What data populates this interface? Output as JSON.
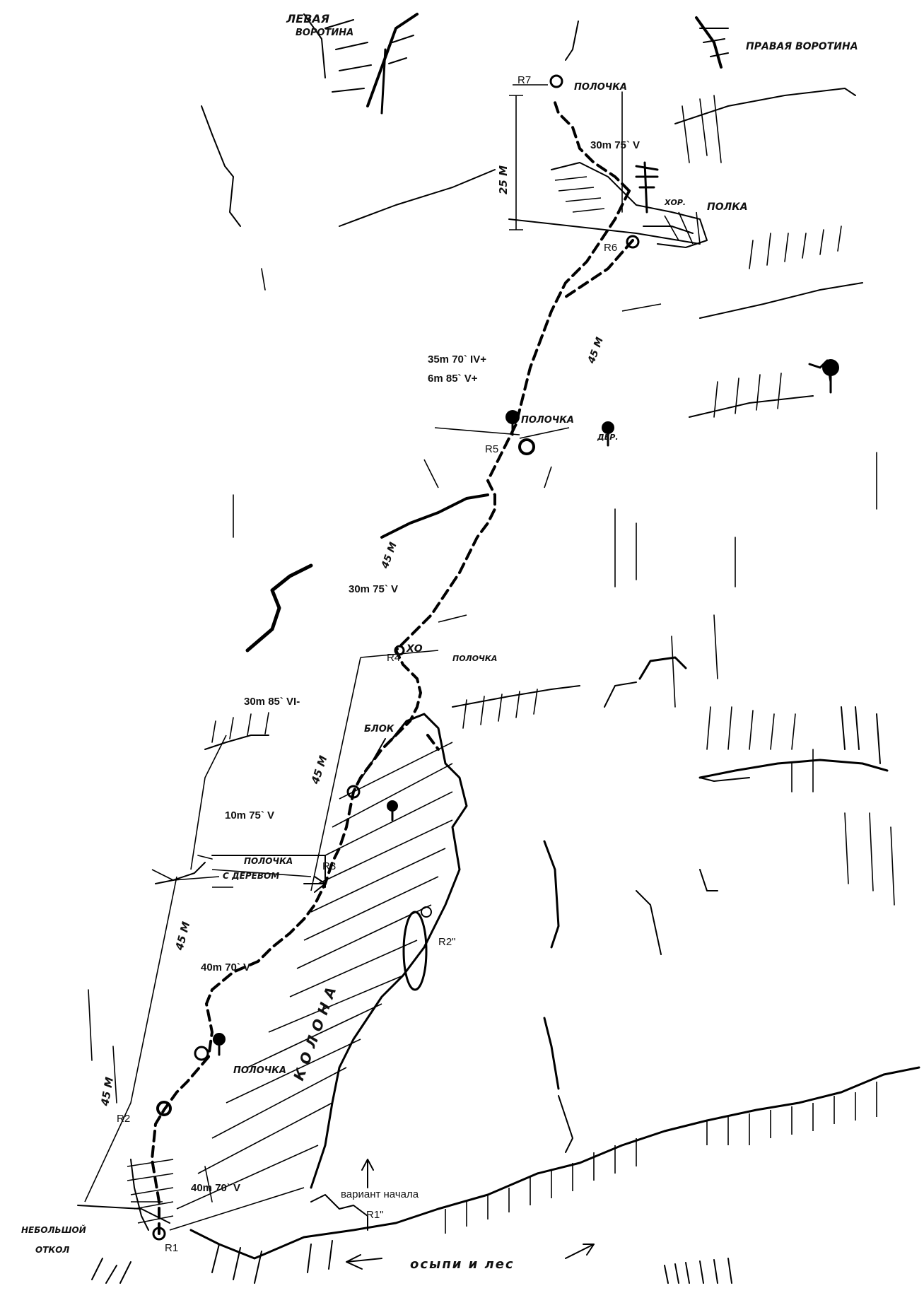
{
  "pitches": {
    "p7": "30m 75` V",
    "p6a": "35m 70` IV+",
    "p6b": "6m 85` V+",
    "p5": "30m 75` V",
    "p4": "30m 85` VI-",
    "p3": "10m 75` V",
    "p2": "40m 70` V",
    "p1": "40m 70` V"
  },
  "belays": {
    "r1": "R1",
    "r1v": "R1\"",
    "r2": "R2",
    "r2v": "R2\"",
    "r3": "R3",
    "r4": "R4",
    "r5": "R5",
    "r6": "R6",
    "r7": "R7"
  },
  "distances": {
    "d25": "25 M",
    "d45a": "45 M",
    "d45b": "45 M",
    "d45c": "45 M",
    "d45d": "45 M",
    "d45e": "45 M"
  },
  "features": {
    "left_gate": [
      "ЛЕВАЯ",
      "ВОРОТИНА"
    ],
    "right_gate": "ПРАВАЯ ВОРОТИНА",
    "ledge_top": "ПОЛОЧКА",
    "hor_shelf": "ХОР.",
    "shelf": "ПОЛКА",
    "ledge_r5": "ПОЛОЧКА",
    "tree_label": "ДЕР.",
    "ledge_r4": "ПОЛОЧКА",
    "xo": "ХО",
    "block": "БЛОК",
    "ledge_tree": [
      "ПОЛОЧКА",
      "С ДЕРЕВОМ"
    ],
    "ledge_r2": "ПОЛОЧКА",
    "pillar": "КОЛОНА",
    "small_slope": [
      "НЕБОЛЬШОЙ",
      "ОТКОЛ"
    ],
    "variant_start": "вариант начала",
    "scree_forest": "осыпи и лес"
  },
  "colors": {
    "ink": "#000000",
    "paper": "#ffffff"
  }
}
